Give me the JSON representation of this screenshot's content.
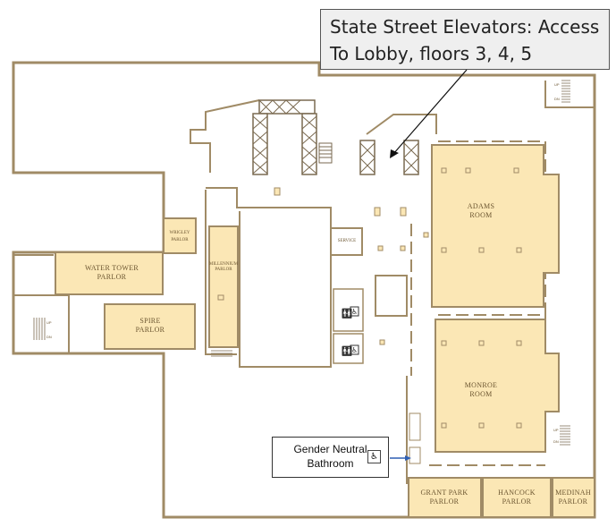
{
  "callout": {
    "line1": "State Street Elevators: Access",
    "line2": "To Lobby, floors 3, 4, 5"
  },
  "note": {
    "line1": "Gender Neutral",
    "line2": "Bathroom",
    "icon": "wheelchair-icon"
  },
  "rooms": {
    "adams": [
      "ADAMS",
      "ROOM"
    ],
    "monroe": [
      "MONROE",
      "ROOM"
    ],
    "water_tower": [
      "WATER TOWER",
      "PARLOR"
    ],
    "spire": [
      "SPIRE",
      "PARLOR"
    ],
    "wrigley": [
      "WRIGLEY",
      "PARLOR"
    ],
    "millennium": [
      "MILLENNIUM",
      "PARLOR"
    ],
    "grant_park": [
      "GRANT PARK",
      "PARLOR"
    ],
    "hancock": [
      "HANCOCK",
      "PARLOR"
    ],
    "medinah": [
      "MEDINAH",
      "PARLOR"
    ],
    "service": "SERVICE"
  },
  "stairs": {
    "up": "UP",
    "dn": "DN"
  },
  "colors": {
    "room_fill": "#fbe7b5",
    "wall": "#a08b66",
    "arrow": "#2f5fb3"
  }
}
